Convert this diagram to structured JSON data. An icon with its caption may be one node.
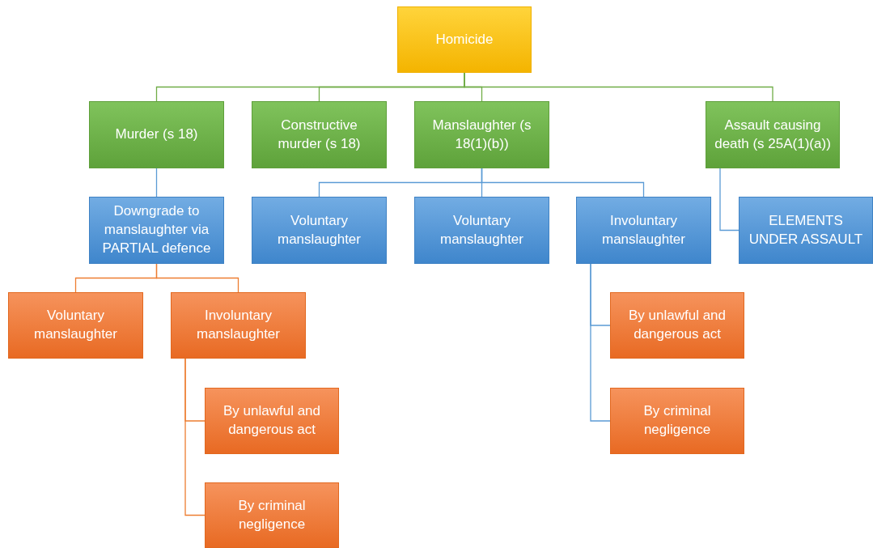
{
  "diagram": {
    "nodes": [
      {
        "text": [
          "Homicide"
        ]
      },
      {
        "text": [
          "Murder (s 18)"
        ]
      },
      {
        "text": [
          "Constructive murder (s 18)"
        ]
      },
      {
        "text": [
          "Manslaughter (s 18(1)(b))"
        ]
      },
      {
        "text": [
          "Assault causing death (s 25A(1)(a))"
        ]
      },
      {
        "text": [
          "Downgrade to manslaughter via PARTIAL defence"
        ]
      },
      {
        "text": [
          "Voluntary manslaughter"
        ]
      },
      {
        "text": [
          "Voluntary manslaughter"
        ]
      },
      {
        "text": [
          "Involuntary manslaughter"
        ]
      },
      {
        "text": [
          "ELEMENTS UNDER ASSAULT"
        ]
      },
      {
        "text": [
          "Voluntary manslaughter"
        ]
      },
      {
        "text": [
          "Involuntary manslaughter"
        ]
      },
      {
        "text": [
          "By unlawful and dangerous act"
        ]
      },
      {
        "text": [
          "By unlawful and dangerous act"
        ]
      },
      {
        "text": [
          "By criminal negligence"
        ]
      },
      {
        "text": [
          "By criminal negligence"
        ]
      }
    ],
    "edges": [
      {
        "from": 0,
        "to": 1,
        "arrow": "none",
        "color": "#70ad47"
      },
      {
        "from": 0,
        "to": 2,
        "arrow": "none",
        "color": "#70ad47"
      },
      {
        "from": 0,
        "to": 3,
        "arrow": "none",
        "color": "#70ad47"
      },
      {
        "from": 0,
        "to": 4,
        "arrow": "none",
        "color": "#70ad47"
      },
      {
        "from": 1,
        "to": 5,
        "arrow": "none"
      },
      {
        "from": 3,
        "to": 6,
        "arrow": "none"
      },
      {
        "from": 3,
        "to": 7,
        "arrow": "none"
      },
      {
        "from": 3,
        "to": 8,
        "arrow": "none"
      },
      {
        "from": 4,
        "to": 9,
        "arrow": "none"
      },
      {
        "from": 5,
        "to": 10,
        "arrow": "none",
        "color": "#ed7d31"
      },
      {
        "from": 5,
        "to": 11,
        "arrow": "none",
        "color": "#ed7d31"
      },
      {
        "from": 8,
        "to": 12,
        "arrow": "none"
      },
      {
        "from": 8,
        "to": 14,
        "arrow": "none"
      },
      {
        "from": 11,
        "to": 13,
        "arrow": "none",
        "color": "#ed7d31"
      },
      {
        "from": 11,
        "to": 15,
        "arrow": "none",
        "color": "#ed7d31"
      }
    ]
  }
}
